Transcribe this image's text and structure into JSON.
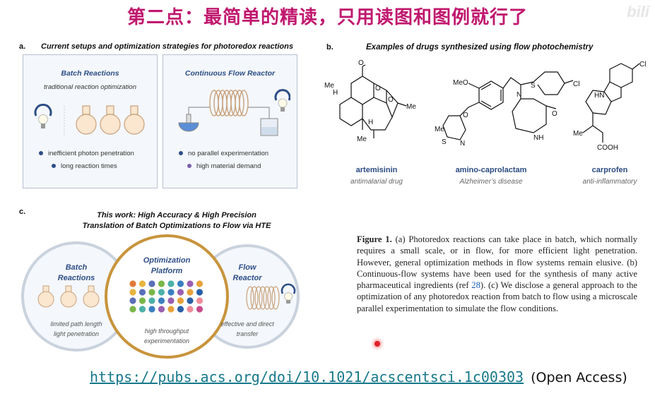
{
  "slide_title": "第二点：最简单的精读，只用读图和图例就行了",
  "watermark": "bili",
  "panel_a": {
    "label": "a.",
    "title": "Current setups and optimization strategies for photoredox reactions",
    "batch": {
      "title": "Batch Reactions",
      "subtitle": "traditional reaction optimization",
      "bullets": [
        "inefficient photon penetration",
        "long reaction times"
      ]
    },
    "flow": {
      "title": "Continuous Flow Reactor",
      "bullets": [
        "no parallel experimentation",
        "high material demand"
      ]
    }
  },
  "panel_b": {
    "label": "b.",
    "title": "Examples of drugs synthesized using flow photochemistry",
    "drugs": [
      {
        "name": "artemisinin",
        "use": "antimalarial drug"
      },
      {
        "name": "amino-caprolactam",
        "use": "Alzheimer’s disease"
      },
      {
        "name": "carprofen",
        "use": "anti-inflammatory"
      }
    ],
    "atoms": {
      "h": "H",
      "me": "Me",
      "o": "O",
      "meo": "MeO",
      "n": "N",
      "s": "S",
      "cl": "Cl",
      "nh": "NH",
      "hn": "HN",
      "cooh": "COOH"
    }
  },
  "panel_c": {
    "label": "c.",
    "title_line1": "This work: High Accuracy & High Precision",
    "title_line2": "Translation of Batch Optimizations to Flow via HTE",
    "batch": {
      "title_line1": "Batch",
      "title_line2": "Reactions",
      "sub_line1": "limited path length",
      "sub_line2": "light penetration"
    },
    "platform": {
      "title_line1": "Optimization",
      "title_line2": "Platform",
      "sub_line1": "high throughput",
      "sub_line2": "experimentation"
    },
    "flow": {
      "title_line1": "Flow",
      "title_line2": "Reactor",
      "sub_line1": "effective and direct",
      "sub_line2": "transfer"
    },
    "well_colors": [
      "#e07a3a",
      "#3a7fc0",
      "#c94a8a",
      "#7ab648",
      "#2a5fa8",
      "#e8b43c",
      "#9a5fb0",
      "#d9534f",
      "#4db0a8",
      "#f08c9a",
      "#5b6fb8",
      "#e8a23c"
    ]
  },
  "caption": {
    "label": "Figure 1.",
    "text": " (a) Photoredox reactions can take place in batch, which normally requires a small scale, or in flow, for more efficient light penetration. However, general optimization methods in flow systems remain elusive. (b) Continuous-flow systems have been used for the synthesis of many active pharmaceutical ingredients (ref ",
    "ref": "28",
    "text2": "). (c) We disclose a general approach to the optimization of any photoredox reaction from batch to flow using a microscale parallel experimentation to simulate the flow conditions."
  },
  "footer": {
    "url": "https://pubs.acs.org/doi/10.1021/acscentsci.1c00303",
    "access": "(Open Access)"
  },
  "colors": {
    "title": "#c0186e",
    "accent_blue": "#2d4e86",
    "link": "#16788a",
    "ring_gold": "#c8943c",
    "laser": "#e0202a"
  }
}
